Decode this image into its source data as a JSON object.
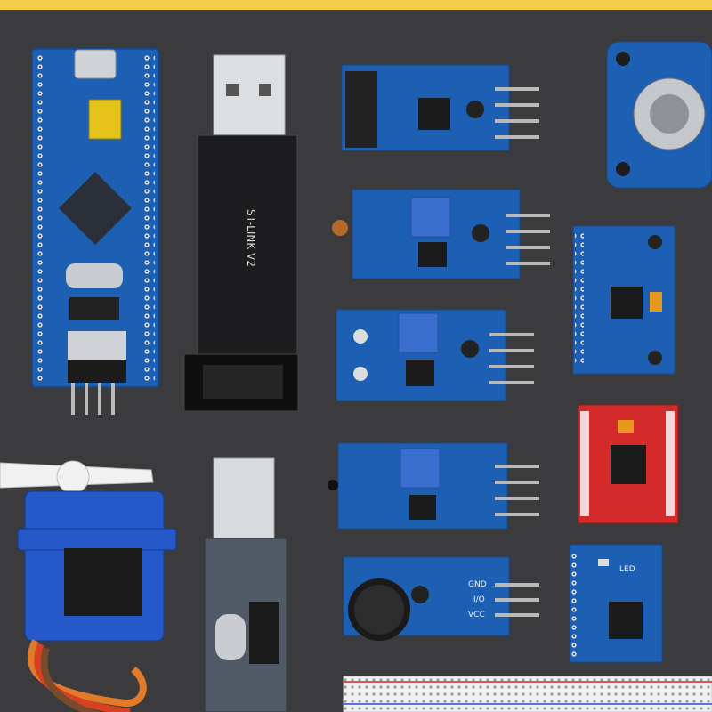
{
  "banner": {
    "color": "#f2cd45"
  },
  "background_color": "#3b3b3d",
  "board_color": "#1d5fb3",
  "red_board_color": "#d42a2a",
  "labels": {
    "stlink": "ST-LINK V2",
    "buzzer_pin_gnd": "GND",
    "buzzer_pin_io": "I/O",
    "buzzer_pin_vcc": "VCC",
    "led": "LED"
  },
  "items": [
    {
      "name": "stm32-board",
      "label": "STM32 development board"
    },
    {
      "name": "st-link-programmer",
      "label": "ST-LINK V2 programmer"
    },
    {
      "name": "ir-sensor-module",
      "label": "IR obstacle sensor module"
    },
    {
      "name": "rotary-encoder-module",
      "label": "Rotary encoder module"
    },
    {
      "name": "light-sensor-module",
      "label": "Photoresistor sensor module"
    },
    {
      "name": "gyro-module",
      "label": "Gyroscope / accelerometer module"
    },
    {
      "name": "sensor-module-3",
      "label": "Sensor module"
    },
    {
      "name": "red-driver-module",
      "label": "Driver module"
    },
    {
      "name": "sensor-module-4",
      "label": "Sensor module"
    },
    {
      "name": "servo-motor",
      "label": "Micro servo"
    },
    {
      "name": "usb-ttl-adapter",
      "label": "USB-to-TTL adapter"
    },
    {
      "name": "buzzer-module",
      "label": "Buzzer module"
    },
    {
      "name": "small-blue-module",
      "label": "Small blue module"
    },
    {
      "name": "breadboard",
      "label": "Breadboard"
    }
  ]
}
